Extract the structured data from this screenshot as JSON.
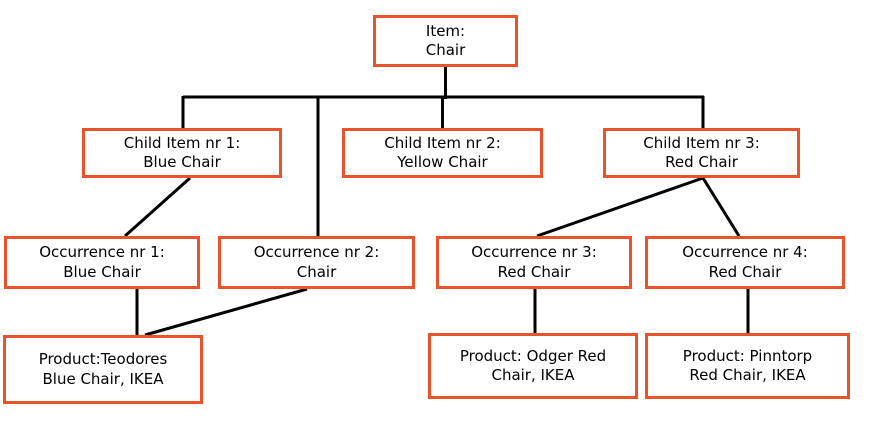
{
  "diagram": {
    "type": "tree",
    "colors": {
      "box_border": "#e8532c",
      "connector_line": "#000000",
      "text": "#000000",
      "background": "#ffffff"
    },
    "nodes": {
      "item": {
        "line1": "Item:",
        "line2": "Chair"
      },
      "child1": {
        "line1": "Child Item nr 1:",
        "line2": "Blue Chair"
      },
      "child2": {
        "line1": "Child Item nr 2:",
        "line2": "Yellow Chair"
      },
      "child3": {
        "line1": "Child Item nr 3:",
        "line2": "Red Chair"
      },
      "occ1": {
        "line1": "Occurrence nr 1:",
        "line2": "Blue Chair"
      },
      "occ2": {
        "line1": "Occurrence nr 2:",
        "line2": "Chair"
      },
      "occ3": {
        "line1": "Occurrence nr 3:",
        "line2": "Red Chair"
      },
      "occ4": {
        "line1": "Occurrence nr 4:",
        "line2": "Red Chair"
      },
      "prod1": {
        "line1": "Product:Teodores",
        "line2": "Blue Chair, IKEA"
      },
      "prod2": {
        "line1": "Product: Odger Red",
        "line2": "Chair, IKEA"
      },
      "prod3": {
        "line1": "Product: Pinntorp",
        "line2": "Red Chair, IKEA"
      }
    },
    "edges": [
      {
        "from": "item",
        "to": "child1"
      },
      {
        "from": "item",
        "to": "child2"
      },
      {
        "from": "item",
        "to": "child3"
      },
      {
        "from": "item",
        "to": "occ2"
      },
      {
        "from": "child1",
        "to": "occ1"
      },
      {
        "from": "child3",
        "to": "occ3"
      },
      {
        "from": "child3",
        "to": "occ4"
      },
      {
        "from": "occ1",
        "to": "prod1"
      },
      {
        "from": "occ2",
        "to": "prod1"
      },
      {
        "from": "occ3",
        "to": "prod2"
      },
      {
        "from": "occ4",
        "to": "prod3"
      }
    ]
  }
}
